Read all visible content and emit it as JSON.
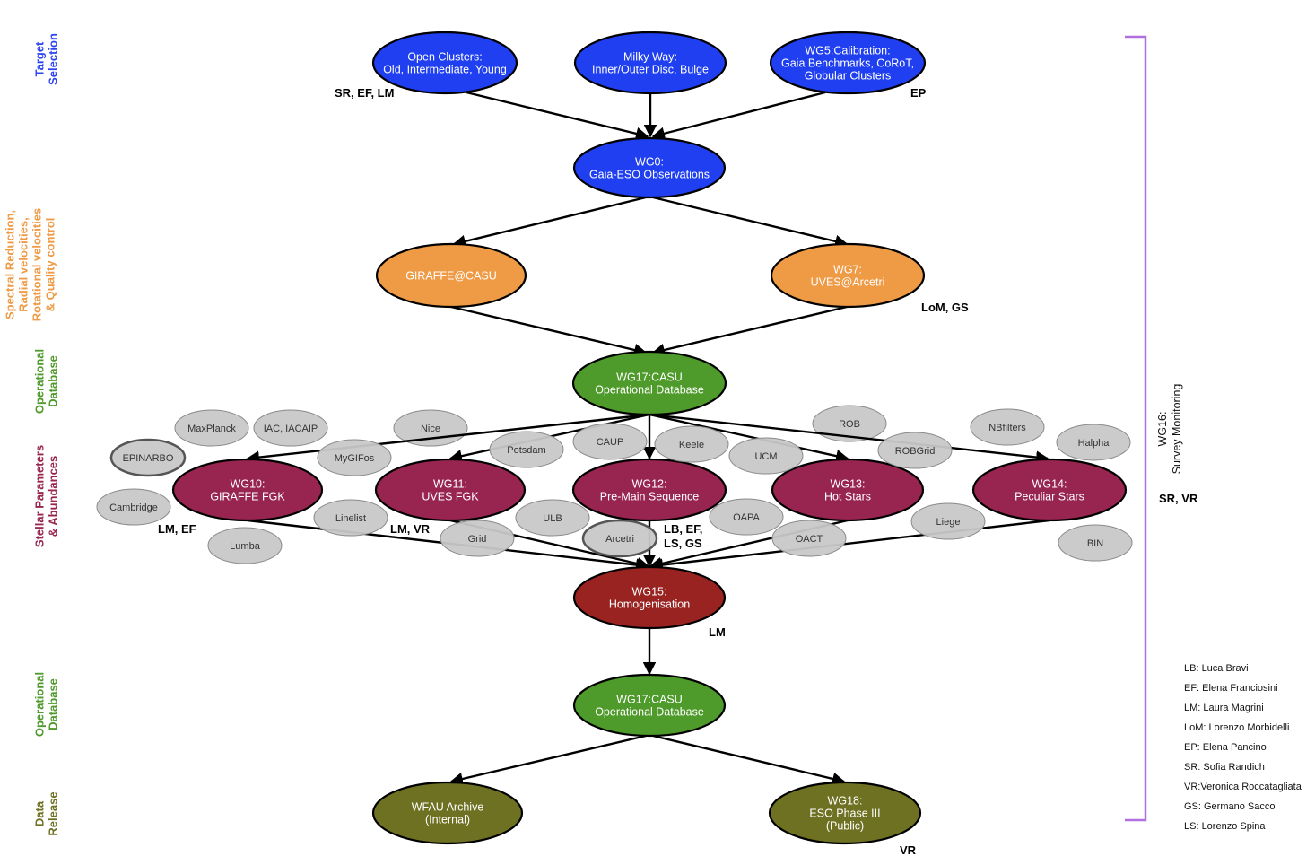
{
  "colors": {
    "blue": "#1f3ff0",
    "orange": "#ef9a44",
    "green": "#4e9a2a",
    "magenta": "#982550",
    "darkred": "#982320",
    "olive": "#6e7022",
    "grey": "#c8c8c8",
    "purple": "#b070e0"
  },
  "phases": [
    {
      "lines": [
        "Target",
        "Selection"
      ],
      "color": "#2c44f0"
    },
    {
      "lines": [
        "Spectral Reduction,",
        "Radial velocities,",
        "Rotational velocities",
        "& Quality control"
      ],
      "color": "#ef9a44"
    },
    {
      "lines": [
        "Operational",
        "Database"
      ],
      "color": "#4e9a2a"
    },
    {
      "lines": [
        "Stellar Parameters",
        "& Abundances"
      ],
      "color": "#982550"
    },
    {
      "lines": [
        "Operational",
        "Database"
      ],
      "color": "#4e9a2a"
    },
    {
      "lines": [
        "Data",
        "Release"
      ],
      "color": "#6e7022"
    }
  ],
  "nodes": [
    {
      "id": "open_clusters",
      "lines": [
        "Open Clusters:",
        "Old, Intermediate, Young"
      ],
      "color": "blue",
      "light": true
    },
    {
      "id": "milky_way",
      "lines": [
        "Milky Way:",
        "Inner/Outer Disc, Bulge"
      ],
      "color": "blue",
      "light": true
    },
    {
      "id": "wg5",
      "lines": [
        "WG5:Calibration:",
        "Gaia Benchmarks, CoRoT,",
        "Globular Clusters"
      ],
      "color": "blue",
      "light": true
    },
    {
      "id": "wg0",
      "lines": [
        "WG0:",
        "Gaia-ESO Observations"
      ],
      "color": "blue",
      "light": true
    },
    {
      "id": "giraffe_casu",
      "lines": [
        "GIRAFFE@CASU"
      ],
      "color": "orange",
      "light": true
    },
    {
      "id": "wg7",
      "lines": [
        "WG7:",
        "UVES@Arcetri"
      ],
      "color": "orange",
      "light": true
    },
    {
      "id": "wg17a",
      "lines": [
        "WG17:CASU",
        "Operational Database"
      ],
      "color": "green",
      "light": true
    },
    {
      "id": "wg10",
      "lines": [
        "WG10:",
        "GIRAFFE FGK"
      ],
      "color": "magenta",
      "light": true
    },
    {
      "id": "wg11",
      "lines": [
        "WG11:",
        "UVES FGK"
      ],
      "color": "magenta",
      "light": true
    },
    {
      "id": "wg12",
      "lines": [
        "WG12:",
        "Pre-Main Sequence"
      ],
      "color": "magenta",
      "light": true
    },
    {
      "id": "wg13",
      "lines": [
        "WG13:",
        "Hot Stars"
      ],
      "color": "magenta",
      "light": true
    },
    {
      "id": "wg14",
      "lines": [
        "WG14:",
        "Peculiar Stars"
      ],
      "color": "magenta",
      "light": true
    },
    {
      "id": "wg15",
      "lines": [
        "WG15:",
        "Homogenisation"
      ],
      "color": "darkred",
      "light": true
    },
    {
      "id": "wg17b",
      "lines": [
        "WG17:CASU",
        "Operational Database"
      ],
      "color": "green",
      "light": true
    },
    {
      "id": "wfau",
      "lines": [
        "WFAU Archive",
        "(Internal)"
      ],
      "color": "olive",
      "light": true
    },
    {
      "id": "wg18",
      "lines": [
        "WG18:",
        "ESO Phase III",
        "(Public)"
      ],
      "color": "olive",
      "light": true
    }
  ],
  "institutes": [
    "MaxPlanck",
    "IAC, IACAIP",
    "Nice",
    "EPINARBO",
    "MyGIFos",
    "Potsdam",
    "CAUP",
    "Keele",
    "UCM",
    "ROB",
    "ROBGrid",
    "NBfilters",
    "Halpha",
    "Cambridge",
    "Linelist",
    "Lumba",
    "ULB",
    "Grid",
    "Arcetri",
    "OAPA",
    "OACT",
    "Liege",
    "BIN"
  ],
  "annotations": [
    "SR, EF, LM",
    "EP",
    "LoM, GS",
    "LM, EF",
    "LM, VR",
    "LB, EF,",
    "LS, GS",
    "LM",
    "VR",
    "SR, VR"
  ],
  "survey_monitoring": [
    "WG16:",
    "Survey Monitoring"
  ],
  "legend": [
    "LB: Luca Bravi",
    "EF: Elena Franciosini",
    "LM: Laura Magrini",
    "LoM: Lorenzo Morbidelli",
    "EP: Elena Pancino",
    "SR: Sofia Randich",
    "VR:Veronica Roccatagliata",
    "GS: Germano Sacco",
    "LS: Lorenzo Spina"
  ]
}
